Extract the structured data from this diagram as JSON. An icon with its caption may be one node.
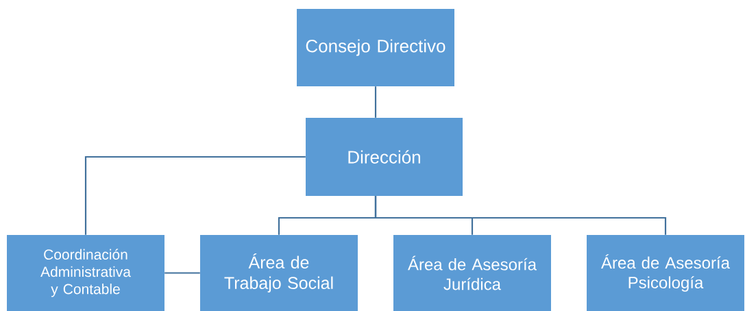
{
  "diagram": {
    "nodes": [
      {
        "text": [
          "Consejo Directivo"
        ]
      },
      {
        "text": [
          "Dirección"
        ]
      },
      {
        "text": [
          "Coordinación Administrativa y Contable"
        ]
      },
      {
        "text": [
          "Área de Trabajo Social"
        ]
      },
      {
        "text": [
          "Área de Asesoría Jurídica"
        ]
      },
      {
        "text": [
          "Área de Asesoría Psicología"
        ]
      }
    ],
    "edges": [
      {
        "from": 0,
        "to": 1,
        "arrow": "none"
      },
      {
        "from": 1,
        "to": 2,
        "arrow": "none"
      },
      {
        "from": 1,
        "to": 3,
        "arrow": "none"
      },
      {
        "from": 1,
        "to": 4,
        "arrow": "none"
      },
      {
        "from": 1,
        "to": 5,
        "arrow": "none"
      },
      {
        "from": 2,
        "to": 3,
        "arrow": "none"
      }
    ]
  }
}
